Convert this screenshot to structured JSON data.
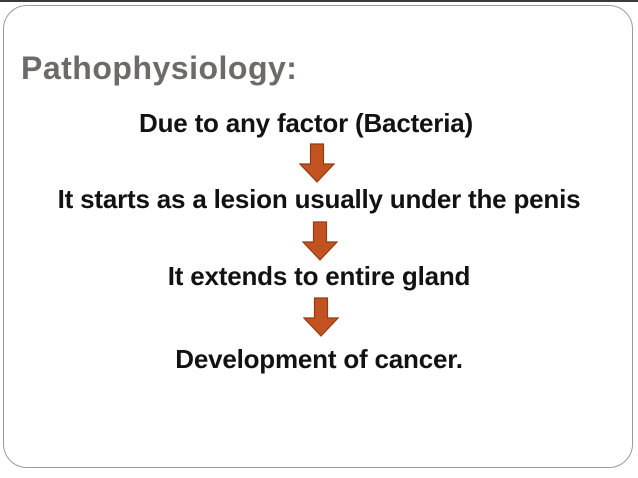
{
  "slide": {
    "title": "Pathophysiology:",
    "steps": [
      "Due to any factor (Bacteria)",
      "It starts as a lesion usually under the penis",
      "It extends to entire gland",
      "Development of cancer."
    ],
    "arrow_icon": "down-arrow"
  },
  "colors": {
    "title_text": "#6e6a67",
    "body_text": "#121212",
    "arrow_fill": "#c2521f",
    "arrow_outline": "#8f3e14",
    "slide_border": "#9b9b9b",
    "top_edge": "#3a3a3a",
    "background": "#ffffff"
  }
}
